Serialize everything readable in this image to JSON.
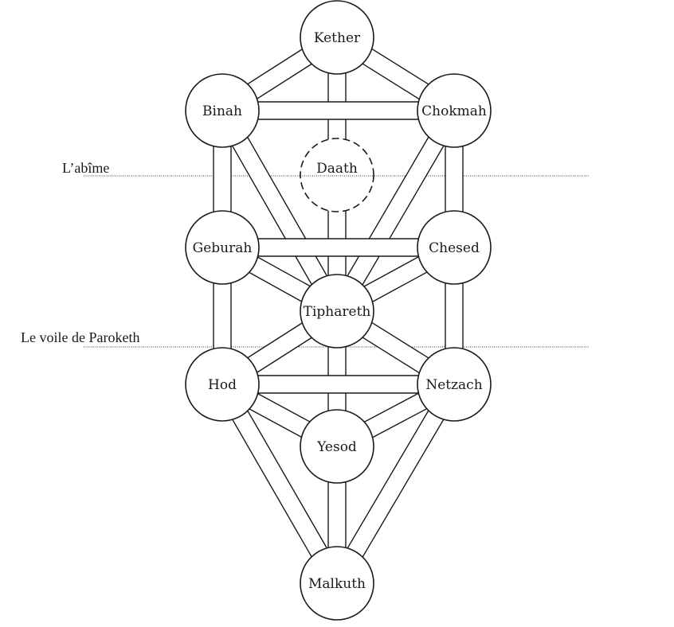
{
  "diagram": {
    "title": "Arbre de Vie (Tree of Life)",
    "colors": {
      "stroke": "#1a1a1a",
      "fill": "#ffffff",
      "veil": "#333333"
    },
    "sephiroth": [
      {
        "id": "kether",
        "label": "Kether",
        "hidden": false
      },
      {
        "id": "binah",
        "label": "Binah",
        "hidden": false
      },
      {
        "id": "chokmah",
        "label": "Chokmah",
        "hidden": false
      },
      {
        "id": "daath",
        "label": "Daath",
        "hidden": true
      },
      {
        "id": "geburah",
        "label": "Geburah",
        "hidden": false
      },
      {
        "id": "chesed",
        "label": "Chesed",
        "hidden": false
      },
      {
        "id": "tiphareth",
        "label": "Tiphareth",
        "hidden": false
      },
      {
        "id": "hod",
        "label": "Hod",
        "hidden": false
      },
      {
        "id": "netzach",
        "label": "Netzach",
        "hidden": false
      },
      {
        "id": "yesod",
        "label": "Yesod",
        "hidden": false
      },
      {
        "id": "malkuth",
        "label": "Malkuth",
        "hidden": false
      }
    ],
    "paths": [
      [
        "kether",
        "tiphareth"
      ],
      [
        "kether",
        "binah"
      ],
      [
        "kether",
        "chokmah"
      ],
      [
        "binah",
        "geburah"
      ],
      [
        "chokmah",
        "chesed"
      ],
      [
        "binah",
        "tiphareth"
      ],
      [
        "chokmah",
        "tiphareth"
      ],
      [
        "binah",
        "chokmah"
      ],
      [
        "geburah",
        "hod"
      ],
      [
        "chesed",
        "netzach"
      ],
      [
        "geburah",
        "tiphareth"
      ],
      [
        "chesed",
        "tiphareth"
      ],
      [
        "tiphareth",
        "yesod"
      ],
      [
        "geburah",
        "chesed"
      ],
      [
        "tiphareth",
        "hod"
      ],
      [
        "tiphareth",
        "netzach"
      ],
      [
        "hod",
        "yesod"
      ],
      [
        "netzach",
        "yesod"
      ],
      [
        "hod",
        "malkuth"
      ],
      [
        "netzach",
        "malkuth"
      ],
      [
        "yesod",
        "malkuth"
      ],
      [
        "hod",
        "netzach"
      ]
    ],
    "veils": [
      {
        "id": "abyss",
        "label": "L’abîme"
      },
      {
        "id": "paroketh",
        "label": "Le voile de Paroketh"
      }
    ]
  }
}
